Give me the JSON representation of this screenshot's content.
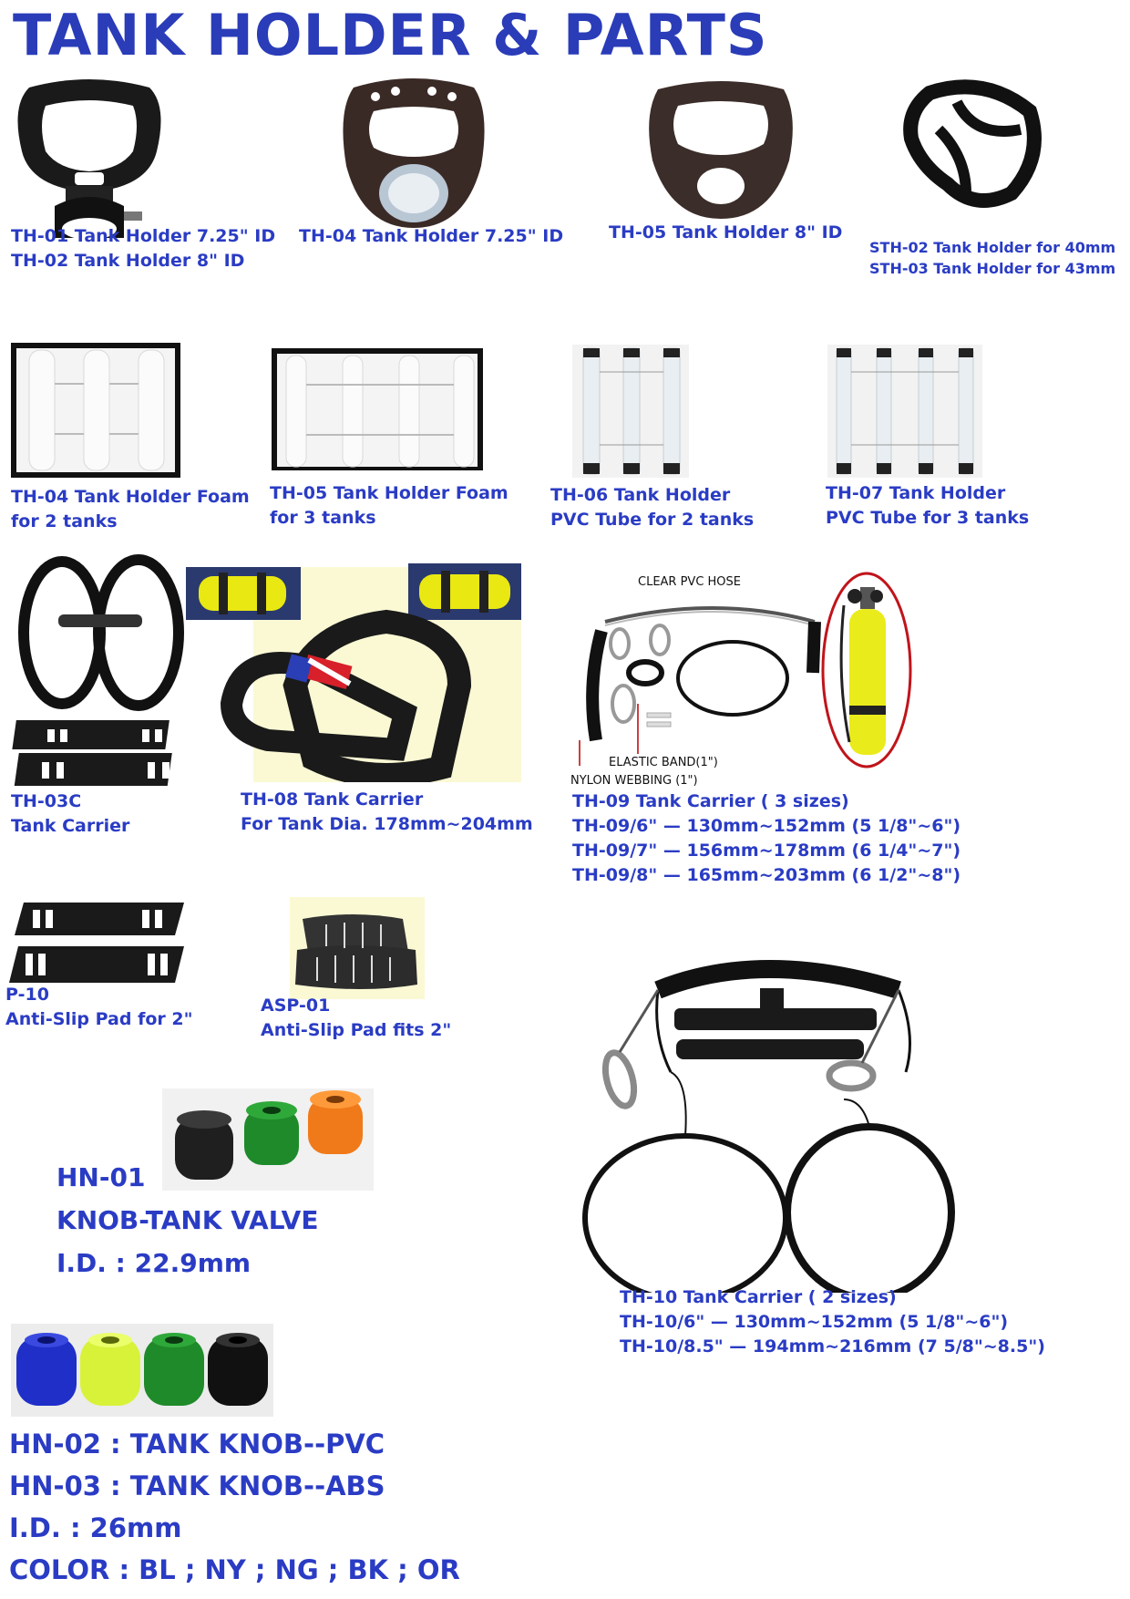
{
  "page": {
    "title": "TANK HOLDER & PARTS"
  },
  "products": {
    "th01": {
      "line1": "TH-01 Tank Holder 7.25\" ID",
      "line2": "TH-02 Tank Holder 8\" ID"
    },
    "th04": {
      "line1": "TH-04 Tank Holder 7.25\" ID"
    },
    "th05": {
      "line1": "TH-05 Tank Holder 8\" ID"
    },
    "sth": {
      "line1": "STH-02 Tank Holder for 40mm",
      "line2": "STH-03 Tank Holder for 43mm"
    },
    "th04foam": {
      "line1": "TH-04 Tank Holder Foam",
      "line2": "for 2 tanks"
    },
    "th05foam": {
      "line1": "TH-05 Tank Holder Foam",
      "line2": "for 3 tanks"
    },
    "th06": {
      "line1": "TH-06 Tank Holder",
      "line2": "PVC Tube for 2 tanks"
    },
    "th07": {
      "line1": "TH-07 Tank Holder",
      "line2": "PVC Tube for 3 tanks"
    },
    "th03c": {
      "line1": "TH-03C",
      "line2": "Tank Carrier"
    },
    "th08": {
      "line1": "TH-08 Tank Carrier",
      "line2": "For Tank Dia. 178mm~204mm"
    },
    "th09": {
      "line1": "TH-09 Tank Carrier ( 3 sizes)",
      "line2": "TH-09/6\" — 130mm~152mm (5 1/8\"~6\")",
      "line3": "TH-09/7\" — 156mm~178mm (6 1/4\"~7\")",
      "line4": "TH-09/8\" — 165mm~203mm (6 1/2\"~8\")",
      "diagram": {
        "hose": "CLEAR PVC HOSE",
        "band": "ELASTIC BAND(1\")",
        "webbing": "NYLON WEBBING (1\")"
      }
    },
    "p10": {
      "line1": "P-10",
      "line2": "Anti-Slip Pad for 2\""
    },
    "asp01": {
      "line1": "ASP-01",
      "line2": "Anti-Slip Pad fits 2\""
    },
    "hn01": {
      "line1": "HN-01",
      "line2": "KNOB-TANK VALVE",
      "line3": "I.D. : 22.9mm"
    },
    "th10": {
      "line1": "TH-10 Tank Carrier ( 2 sizes)",
      "line2": "TH-10/6\" — 130mm~152mm (5 1/8\"~6\")",
      "line3": "TH-10/8.5\" — 194mm~216mm (7 5/8\"~8.5\")"
    },
    "hn02": {
      "line1": "HN-02 : TANK  KNOB--PVC",
      "line2": "HN-03 : TANK  KNOB--ABS",
      "line3": "I.D. : 26mm",
      "line4": "COLOR : BL ; NY ; NG ; BK ; OR"
    }
  },
  "colors": {
    "caption": "#2a3cc4",
    "title": "#2a3cb8",
    "knobs": [
      "#1f2fc8",
      "#d8f23a",
      "#1f8a2a",
      "#111111",
      "#f07a1a"
    ]
  }
}
